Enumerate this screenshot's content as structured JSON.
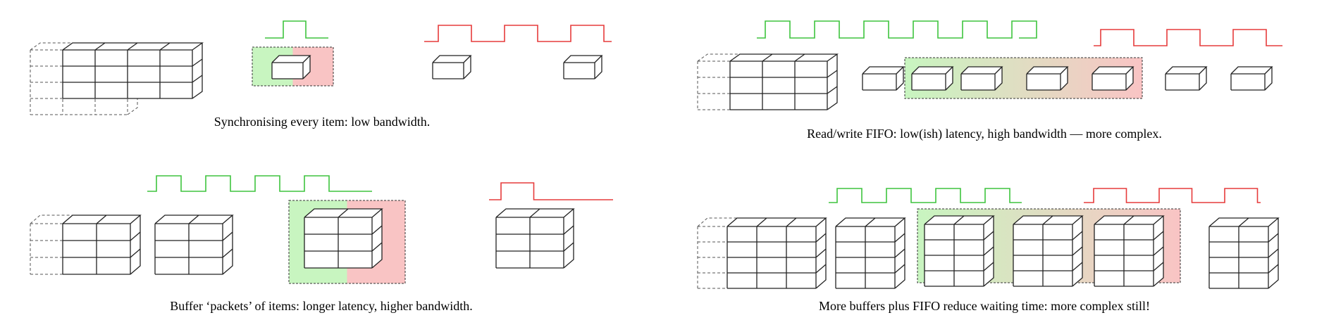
{
  "captions": {
    "panel1": "Synchronising every item: low bandwidth.",
    "panel2": "Read/write FIFO: low(ish) latency, high bandwidth — more complex.",
    "panel3": "Buffer ‘packets’ of items: longer latency, higher bandwidth.",
    "panel4": "More buffers plus FIFO reduce waiting time: more complex still!"
  },
  "colors": {
    "clock_write": "#3ec43e",
    "clock_read": "#e63b3b",
    "region_green": "#c8f5c0",
    "region_red": "#f9c4c4",
    "stroke": "#222222"
  }
}
